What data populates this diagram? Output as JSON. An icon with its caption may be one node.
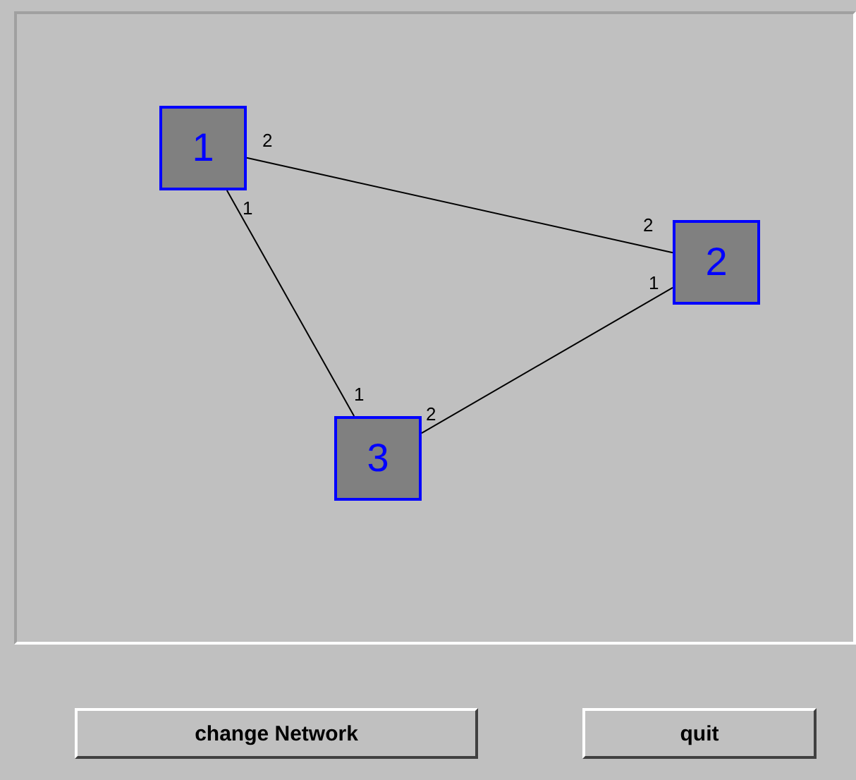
{
  "diagram": {
    "nodes": [
      {
        "text": [
          "1"
        ]
      },
      {
        "text": [
          "2"
        ]
      },
      {
        "text": [
          "3"
        ]
      }
    ],
    "edges": [
      {
        "from": 0,
        "to": 1,
        "arrow": "none"
      },
      {
        "from": 0,
        "to": 2,
        "arrow": "none"
      },
      {
        "from": 2,
        "to": 1,
        "arrow": "none"
      }
    ],
    "labels": [
      "2",
      "1",
      "2",
      "1",
      "1",
      "2",
      "change Network",
      "quit"
    ]
  }
}
